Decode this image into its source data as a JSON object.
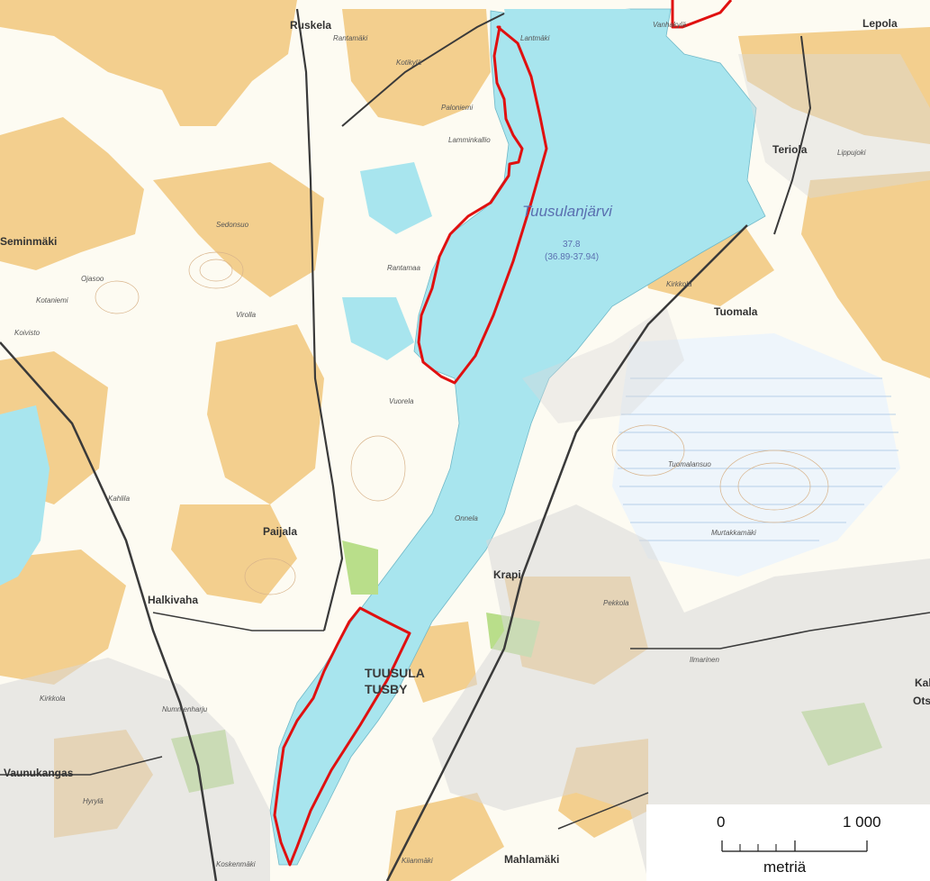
{
  "lake": {
    "name": "Tuusulanjärvi",
    "elevation": "37.8",
    "elevation_range": "(36.89-37.94)"
  },
  "town": {
    "line1": "TUUSULA",
    "line2": "TUSBY"
  },
  "places": [
    "Ruskela",
    "Lepola",
    "Vanhakylä",
    "Rantamäki",
    "Kotikylä",
    "Lantmäki",
    "Paloniemi",
    "Lamminkallio",
    "Seminmäki",
    "Ojasoo",
    "Virolla",
    "Rantamaa",
    "Vuorela",
    "Paijala",
    "Halkivaha",
    "Kirkkola",
    "Nummenharju",
    "Vaunukangas",
    "Koskenmäki",
    "Kiianmäki",
    "Mahlamäki",
    "Krapi",
    "Onnela",
    "Pekkola",
    "Ilmarinen",
    "Tuomala",
    "Tuomalansuo",
    "Murtakkamäki",
    "Kirkkola",
    "Teriola",
    "Lippujoki",
    "Sedonsuo",
    "Kalev",
    "Otsola",
    "Koivisto",
    "Kotaniemi",
    "Kahlila",
    "Hyrylä"
  ],
  "scale": {
    "start": "0",
    "end": "1 000",
    "unit": "metriä"
  },
  "colors": {
    "water": "#a8e5ee",
    "field": "#f3cf8e",
    "forest": "#fdfbf2",
    "boundary": "#e01010",
    "road": "#3a3a3a"
  }
}
